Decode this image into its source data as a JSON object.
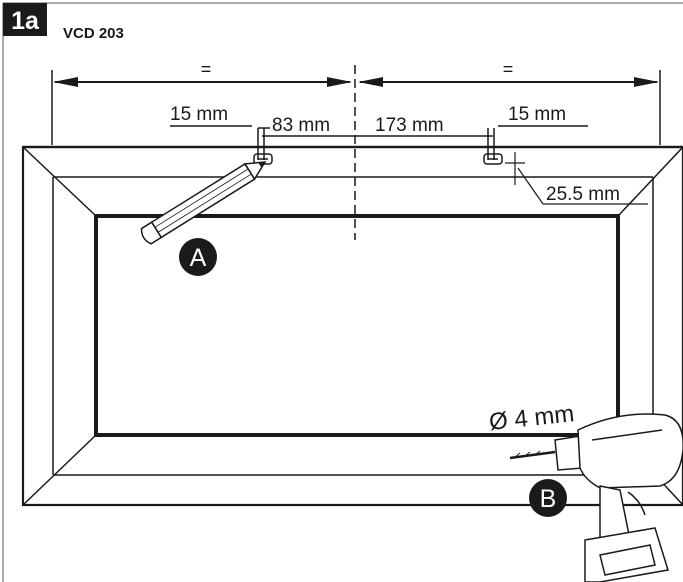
{
  "header": {
    "step_badge": "1a",
    "model": "VCD 203"
  },
  "dimensions": {
    "equal_left": "=",
    "equal_right": "=",
    "left_slot_width": "15 mm",
    "left_offset": "83 mm",
    "slot_spacing": "173 mm",
    "right_slot_width": "15 mm",
    "vertical_offset": "25.5 mm",
    "drill_diameter": "Ø 4 mm"
  },
  "steps": {
    "mark_label": "A",
    "drill_label": "B"
  },
  "colors": {
    "ink": "#1a1a1a",
    "badge_bg": "#1a1a1a",
    "badge_text": "#ffffff",
    "page_bg": "#ffffff"
  },
  "icons": {
    "pencil": "pencil-icon",
    "drill": "drill-icon"
  }
}
